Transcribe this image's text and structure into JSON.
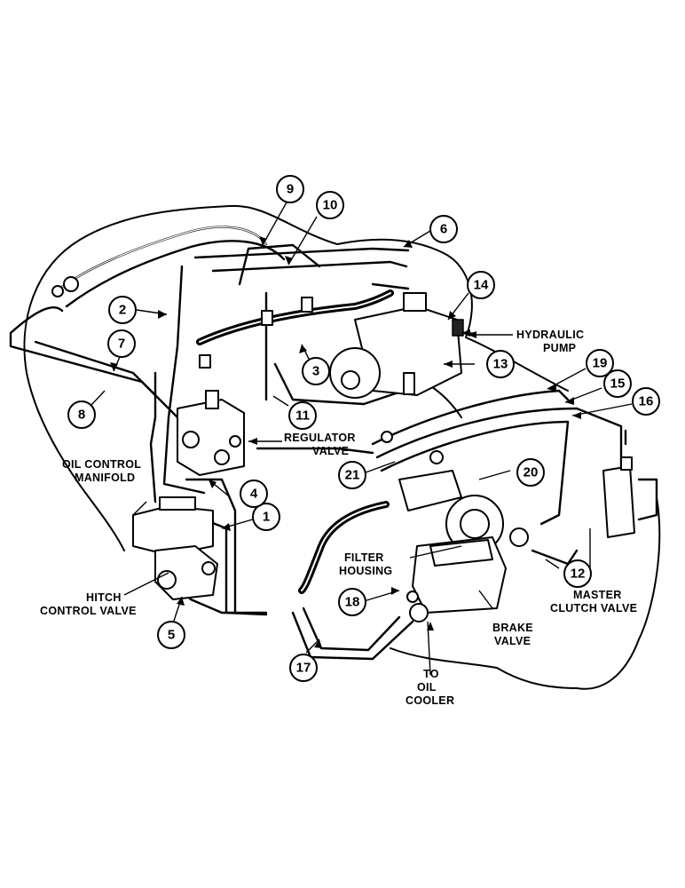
{
  "callouts": [
    "1",
    "2",
    "3",
    "4",
    "5",
    "6",
    "7",
    "8",
    "9",
    "10",
    "11",
    "12",
    "13",
    "14",
    "15",
    "16",
    "17",
    "18",
    "19",
    "20",
    "21"
  ],
  "labels": {
    "hydraulic_pump": [
      "HYDRAULIC",
      "PUMP"
    ],
    "regulator_valve": [
      "REGULATOR",
      "VALVE"
    ],
    "oil_control_manifold": [
      "OIL CONTROL",
      "MANIFOLD"
    ],
    "filter_housing": [
      "FILTER",
      "HOUSING"
    ],
    "hitch_control_valve": [
      "HITCH",
      "CONTROL VALVE"
    ],
    "master_clutch_valve": [
      "MASTER",
      "CLUTCH VALVE"
    ],
    "brake_valve": [
      "BRAKE",
      "VALVE"
    ],
    "to_oil_cooler": [
      "TO",
      "OIL",
      "COOLER"
    ]
  }
}
